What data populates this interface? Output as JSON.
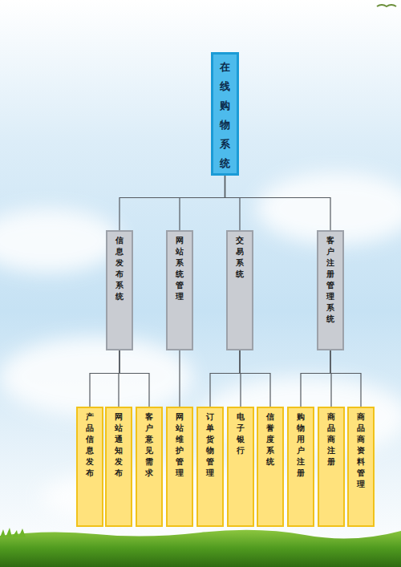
{
  "diagram": {
    "nodes": [
      {
        "text": [
          "在线购物系统"
        ]
      },
      {
        "text": [
          "信息发布系统"
        ]
      },
      {
        "text": [
          "网站系统管理"
        ]
      },
      {
        "text": [
          "交易系统"
        ]
      },
      {
        "text": [
          "客户注册管理系统"
        ]
      },
      {
        "text": [
          "产品信息发布"
        ]
      },
      {
        "text": [
          "网站通知发布"
        ]
      },
      {
        "text": [
          "客户意见需求"
        ]
      },
      {
        "text": [
          "网站维护管理"
        ]
      },
      {
        "text": [
          "订单货物管理"
        ]
      },
      {
        "text": [
          "电子银行"
        ]
      },
      {
        "text": [
          "信誉度系统"
        ]
      },
      {
        "text": [
          "购物用户注册"
        ]
      },
      {
        "text": [
          "商品商注册"
        ]
      },
      {
        "text": [
          "商品商资料管理"
        ]
      }
    ],
    "edges": [
      {
        "from": 0,
        "to": 1,
        "arrow": "none"
      },
      {
        "from": 0,
        "to": 2,
        "arrow": "none"
      },
      {
        "from": 0,
        "to": 3,
        "arrow": "none"
      },
      {
        "from": 0,
        "to": 4,
        "arrow": "none"
      },
      {
        "from": 1,
        "to": 5,
        "arrow": "none"
      },
      {
        "from": 1,
        "to": 6,
        "arrow": "none"
      },
      {
        "from": 1,
        "to": 7,
        "arrow": "none"
      },
      {
        "from": 2,
        "to": 8,
        "arrow": "none"
      },
      {
        "from": 3,
        "to": 9,
        "arrow": "none"
      },
      {
        "from": 3,
        "to": 10,
        "arrow": "none"
      },
      {
        "from": 3,
        "to": 11,
        "arrow": "none"
      },
      {
        "from": 4,
        "to": 12,
        "arrow": "none"
      },
      {
        "from": 4,
        "to": 13,
        "arrow": "none"
      },
      {
        "from": 4,
        "to": 14,
        "arrow": "none"
      }
    ]
  }
}
